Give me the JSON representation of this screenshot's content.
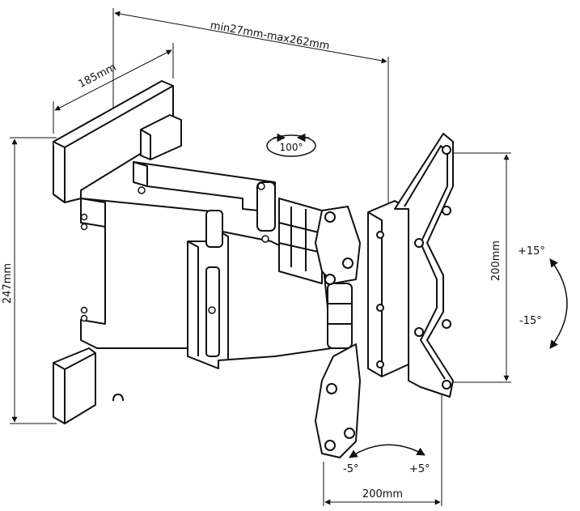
{
  "dimensions": {
    "top_depth": "min27mm-max262mm",
    "wall_plate_width": "185mm",
    "wall_plate_height": "247mm",
    "vesa_vertical": "200mm",
    "vesa_horizontal": "200mm"
  },
  "rotation": {
    "swivel": "100°",
    "tilt_up": "+15°",
    "tilt_down": "-15°",
    "level_left": "-5°",
    "level_right": "+5°"
  }
}
